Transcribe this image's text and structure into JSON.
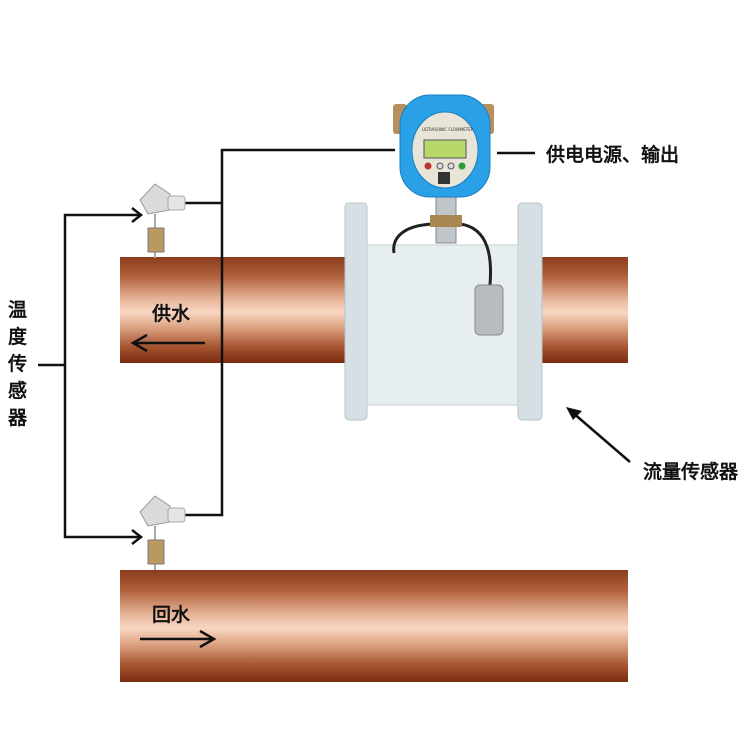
{
  "labels": {
    "temperature_sensor": "温度传感器",
    "power_output": "供电电源、输出",
    "flow_sensor": "流量传感器",
    "supply_water": "供水",
    "return_water": "回水"
  },
  "device": {
    "name": "ULTRASONIC FLOWMETER"
  },
  "colors": {
    "head": "#2aa0e6",
    "body": "#dfe8ec",
    "pipe_dark": "#7a2c10",
    "pipe_light": "#f8d6c2",
    "lcd": "#b8d86a"
  }
}
